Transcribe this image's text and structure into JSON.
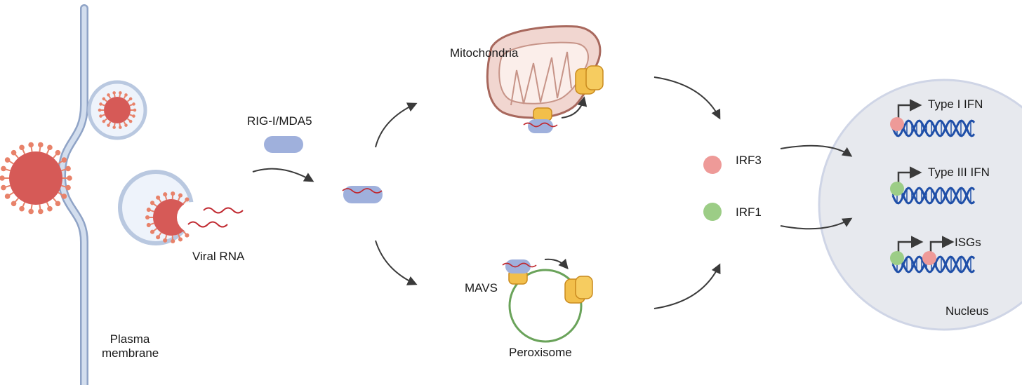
{
  "labels": {
    "plasma_membrane_1": "Plasma",
    "plasma_membrane_2": "membrane",
    "viral_rna": "Viral RNA",
    "rig_mda5": "RIG-I/MDA5",
    "mitochondria": "Mitochondria",
    "mavs": "MAVS",
    "peroxisome": "Peroxisome",
    "irf3": "IRF3",
    "irf1": "IRF1",
    "type1_ifn": "Type I IFN",
    "type3_ifn": "Type III IFN",
    "isgs": "ISGs",
    "nucleus": "Nucleus"
  },
  "colors": {
    "virus": "#d65a57",
    "spike": "#e8826a",
    "rna": "#c0282f",
    "receptor": "#9fb0dc",
    "mavs": "#f2bf4b",
    "mito_fill": "#f1d6d0",
    "mito_edge": "#a8685d",
    "peroxisome_edge": "#6aa35a",
    "irf3": "#ee9a98",
    "irf1": "#9ccd86",
    "dna": "#1f4fa8",
    "nucleus_fill": "#e7e9ee",
    "nucleus_edge": "#cfd5e6",
    "membrane": "#b9c8e0",
    "arrow": "#3a3a3a"
  }
}
